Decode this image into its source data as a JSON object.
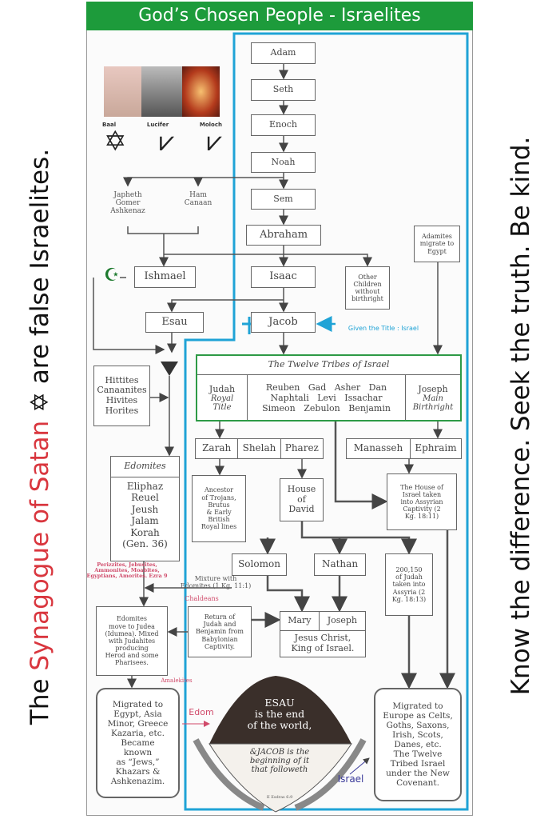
{
  "left_caption": {
    "pre": "The ",
    "highlight": "Synagogue of Satan",
    "post": " are false Israelites.",
    "highlight_color": "#d9363e"
  },
  "right_caption": "Know the difference.  Seek the truth.  Be kind.",
  "title": "God’s Chosen People - Israelites",
  "idols": [
    "Baal",
    "Lucifer",
    "Moloch"
  ],
  "lineage": [
    "Adam",
    "Seth",
    "Enoch",
    "Noah",
    "Sem",
    "Abraham",
    "Isaac",
    "Jacob"
  ],
  "noah_sons": {
    "japheth": "Japheth\nGomer\nAshkenaz",
    "ham": "Ham\nCanaan"
  },
  "ishmael": "Ishmael",
  "esau": "Esau",
  "other_children": "Other\nChildren\nwithout\nbirthright",
  "adamites": "Adamites\nmigrate to\nEgypt",
  "given_title": "Given the Title : Israel",
  "hittites": "Hittites\nCanaanites\nHivites\nHorites",
  "tribes": {
    "header": "The Twelve Tribes of Israel",
    "judah": "Judah",
    "judah_sub": "Royal\nTitle",
    "middle": [
      "Reuben   Gad   Asher   Dan",
      "Naphtali   Levi   Issachar",
      "Simeon   Zebulon   Benjamin"
    ],
    "joseph": "Joseph",
    "joseph_sub": "Main\nBirthright"
  },
  "judah_sons": [
    "Zarah",
    "Shelah",
    "Pharez"
  ],
  "joseph_sons": [
    "Manasseh",
    "Ephraim"
  ],
  "ancestor": "Ancestor\nof Trojans,\nBrutus\n& Early\nBritish\nRoyal lines",
  "house_david": "House\nof\nDavid",
  "house_israel": "The House of\nIsrael taken\ninto Assyrian\nCaptivity (2\nKg. 18:11)",
  "edomites": {
    "header": "Edomites",
    "names": "Eliphaz\nReuel\nJeush\nJalam\nKorah\n(Gen. 36)"
  },
  "solomon": "Solomon",
  "nathan": "Nathan",
  "judah_captive": "200,150\nof Judah\ntaken into\nAssyria (2\nKg. 18:13)",
  "peoples": "Perizzites, Jebusites,\nAmmonites, Moabites,\nEgyptians, Amorites. Ezra 9",
  "mixture": "Mixture with\nEdomites (1 Kg. 11:1)",
  "chaldeans": "Chaldeans",
  "edomites_move": "Edomites\nmove to Judea\n(Idumea). Mixed\nwith Judahites\nproducing\nHerod and some\nPharisees.",
  "return": "Return of\nJudah and\nBenjamin from\nBabylonian\nCaptivity.",
  "mary": "Mary",
  "joseph": "Joseph",
  "jesus": "Jesus Christ,\nKing of Israel.",
  "amalekites": "Amalekites",
  "migrated_jews": "Migrated to\nEgypt, Asia\nMinor, Greece\nKazaria, etc.\nBecame\nknown\nas “Jews,”\nKhazars &\nAshkenazim.",
  "edom": "Edom",
  "esau_emblem": {
    "top": "ESAU\nis the end\nof the world,",
    "bottom": "&JACOB is the\nbeginning of it\nthat followeth",
    "ref": "II Esdras 6:9"
  },
  "israel": "Israel",
  "migrated_europe": "Migrated to\nEurope as Celts,\nGoths, Saxons,\nIrish, Scots,\nDanes, etc.\nThe Twelve\nTribed Israel\nunder the New\nCovenant.",
  "colors": {
    "title_bg": "#1d9b3b",
    "blue_frame": "#1fa3d6",
    "tribes_border": "#2e9a46",
    "pink": "#d04a6a"
  }
}
